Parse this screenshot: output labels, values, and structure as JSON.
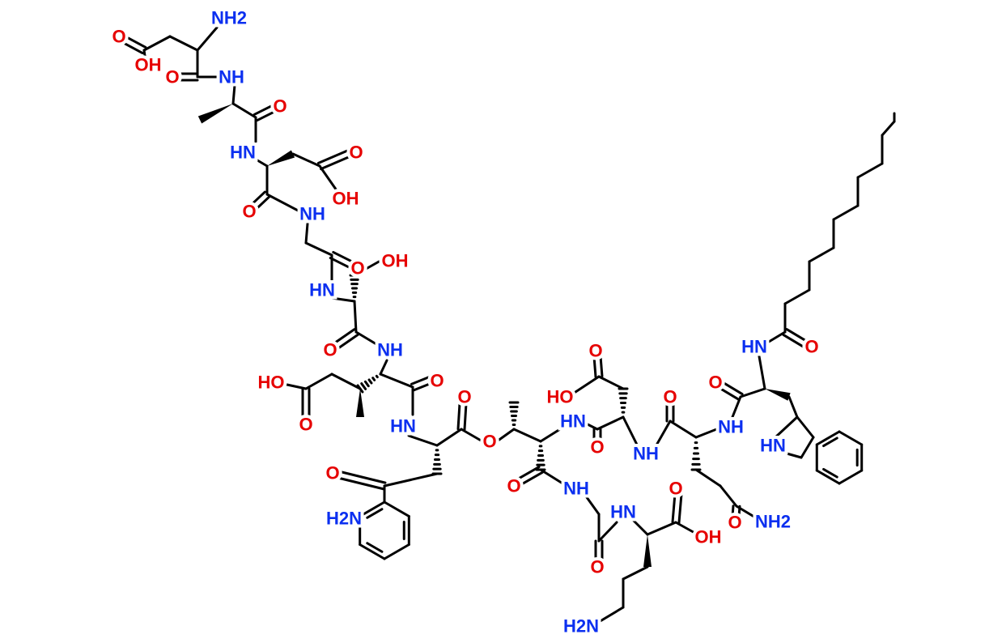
{
  "diagram": {
    "type": "chemical-structure",
    "colors": {
      "oxygen": "#e60000",
      "nitrogen": "#0b2ff0",
      "bond": "#000000"
    },
    "atom_labels": [
      "O",
      "NH2",
      "OH",
      "O",
      "NH",
      "O",
      "HN",
      "O",
      "OH",
      "O",
      "NH",
      "OH",
      "O",
      "HN",
      "NH",
      "O",
      "HO",
      "O",
      "O",
      "O",
      "HN",
      "O",
      "O",
      "H2N",
      "O",
      "NH",
      "HO",
      "O",
      "HN",
      "O",
      "NH",
      "O",
      "NH",
      "O",
      "HN",
      "O",
      "HN",
      "O",
      "NH2",
      "HN",
      "O",
      "OH",
      "O",
      "H2N"
    ]
  }
}
